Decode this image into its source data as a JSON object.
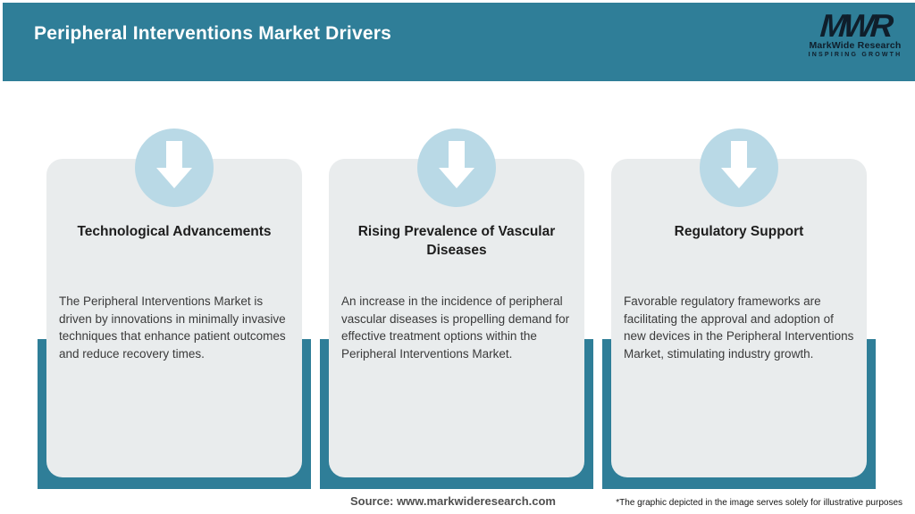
{
  "header": {
    "title": "Peripheral Interventions Market Drivers",
    "logo": {
      "monogram": "MWR",
      "name": "MarkWide Research",
      "tagline": "INSPIRING GROWTH"
    }
  },
  "cards": [
    {
      "title": "Technological Advancements",
      "body": "The Peripheral Interventions Market is driven by innovations in minimally invasive techniques that enhance patient outcomes and reduce recovery times.",
      "icon": "down-arrow-icon"
    },
    {
      "title": "Rising Prevalence of Vascular Diseases",
      "body": "An increase in the incidence of peripheral vascular diseases is propelling demand for effective treatment options within the Peripheral Interventions Market.",
      "icon": "down-arrow-icon"
    },
    {
      "title": "Regulatory Support",
      "body": "Favorable regulatory frameworks are facilitating the approval and adoption of new devices in the Peripheral Interventions Market, stimulating industry growth.",
      "icon": "down-arrow-icon"
    }
  ],
  "footer": {
    "source": "Source: www.markwideresearch.com",
    "disclaimer": "*The graphic depicted in the image serves solely for illustrative purposes"
  },
  "colors": {
    "teal": "#2f7e98",
    "circle": "#b9d9e6",
    "card": "#e9eced",
    "title": "#1d1d1d",
    "body": "#3a3a3a",
    "logo": "#0f1e2b",
    "arrow": "#ffffff"
  }
}
